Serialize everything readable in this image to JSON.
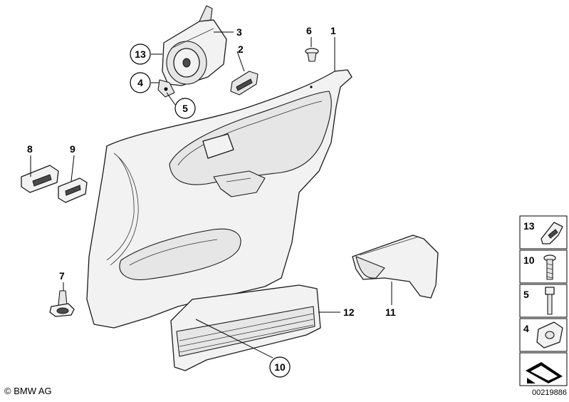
{
  "diagram": {
    "callouts": {
      "c1": "1",
      "c2": "2",
      "c3": "3",
      "c4": "4",
      "c5": "5",
      "c6": "6",
      "c7": "7",
      "c8": "8",
      "c9": "9",
      "c10": "10",
      "c11": "11",
      "c12": "12",
      "c13": "13"
    },
    "legend": {
      "l13": "13",
      "l10": "10",
      "l5": "5",
      "l4": "4"
    },
    "copyright": "© BMW AG",
    "diagram_id": "00219886"
  },
  "colors": {
    "line": "#000000",
    "part_fill": "#f2f2f2",
    "shade": "#4a4a4a"
  }
}
